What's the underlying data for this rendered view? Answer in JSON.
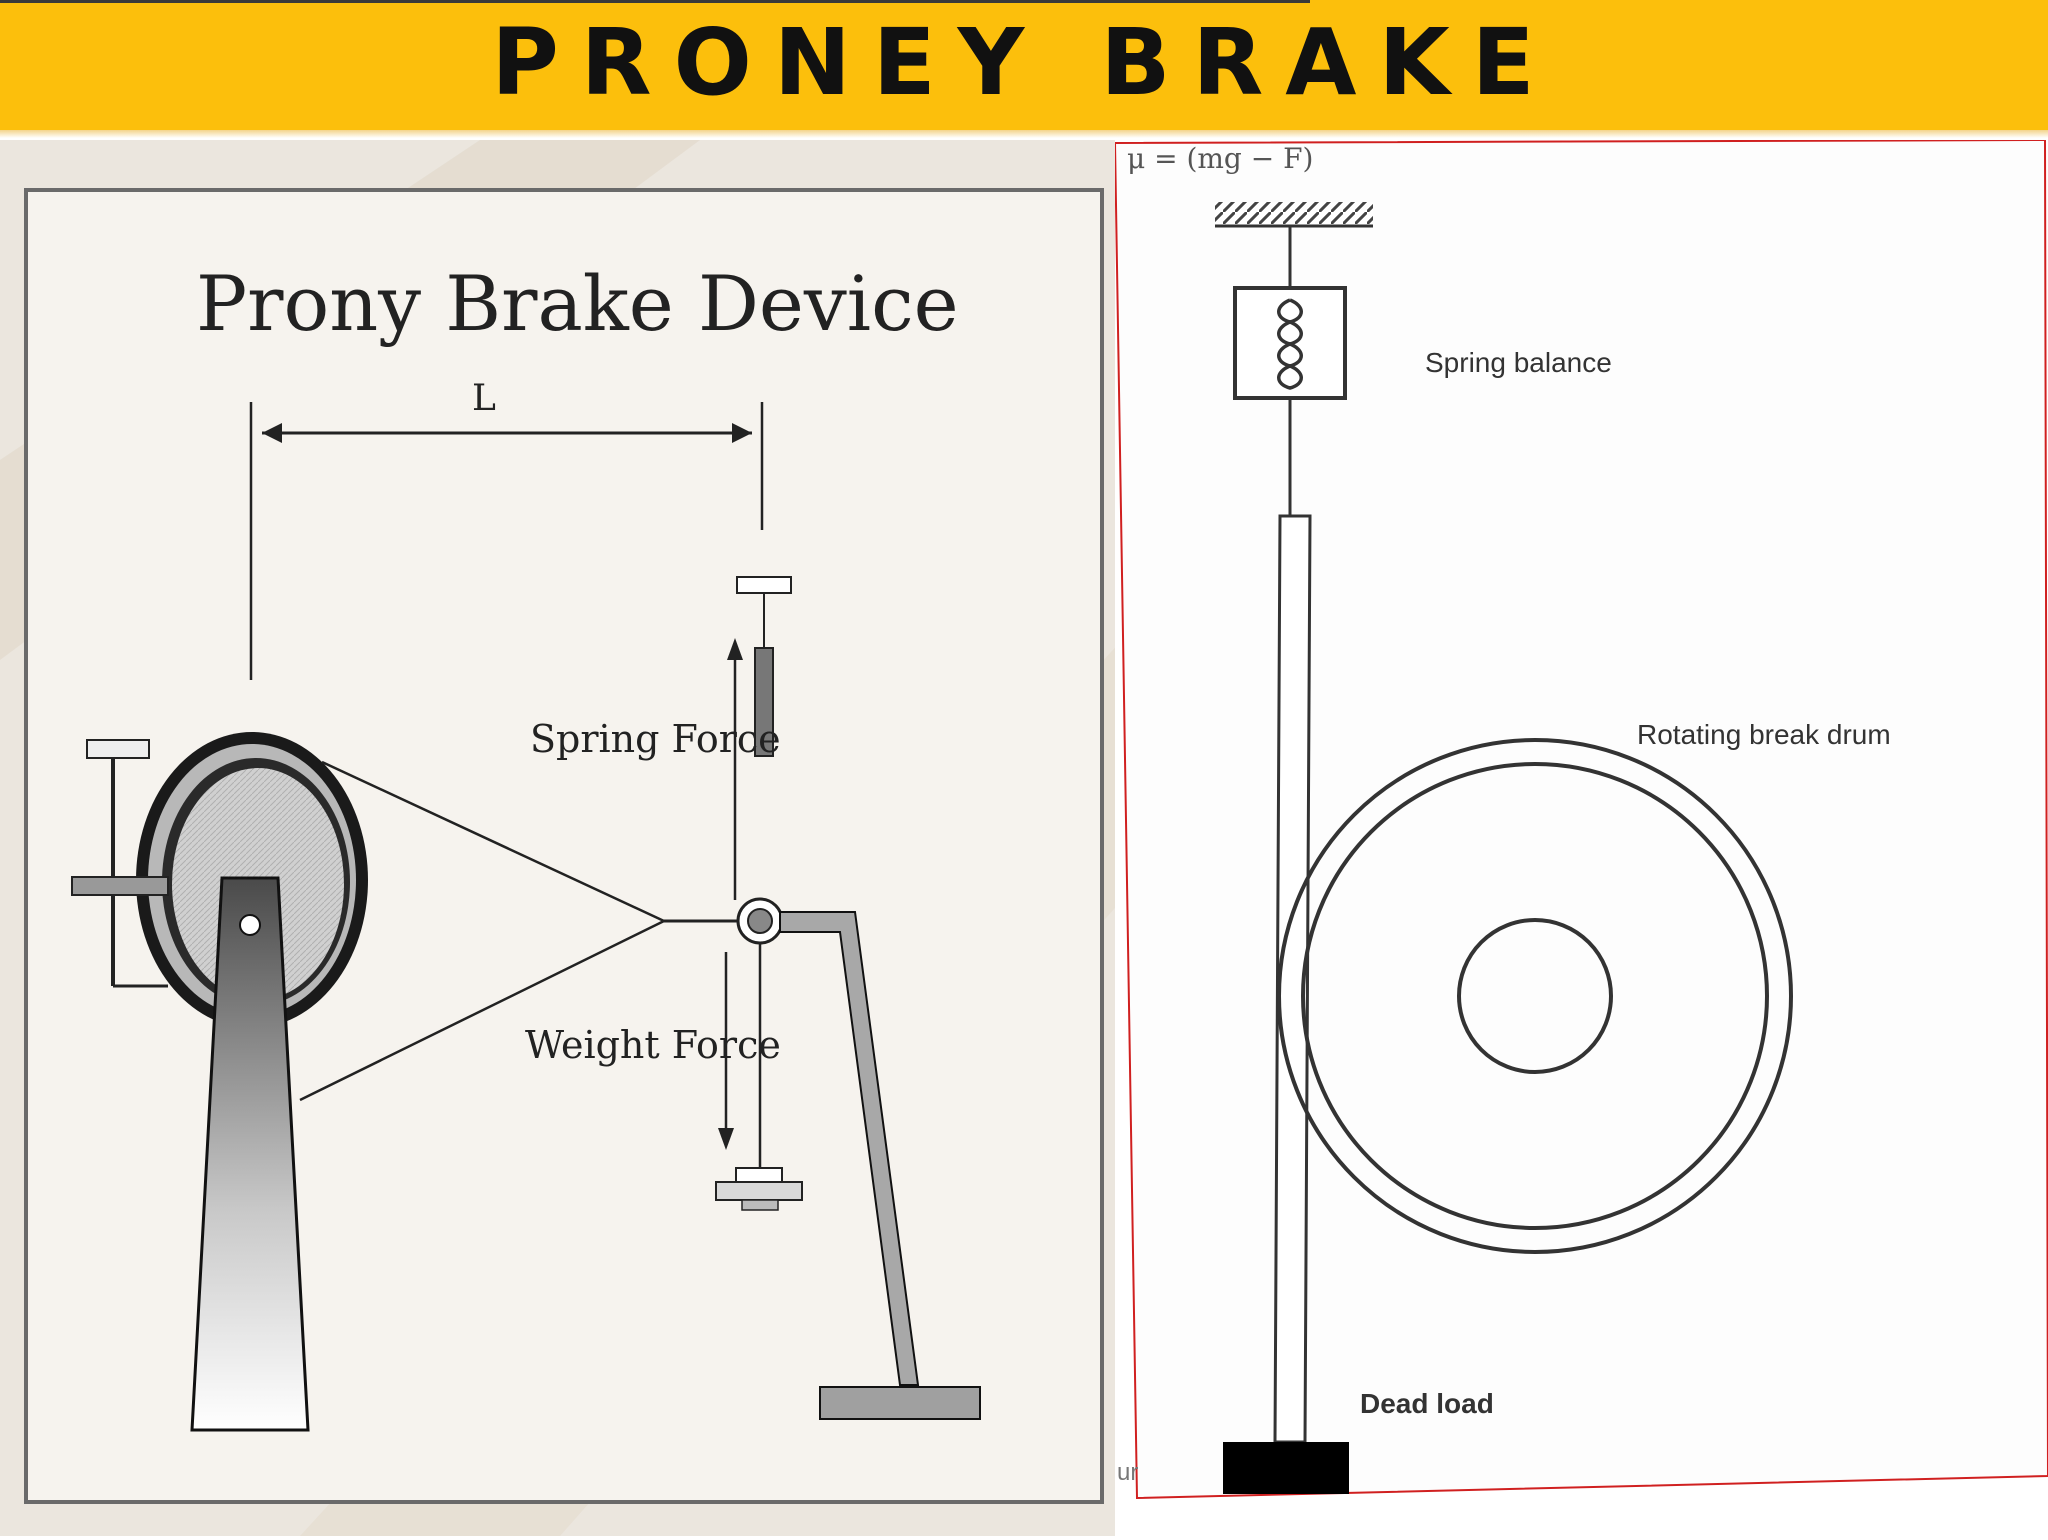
{
  "slide": {
    "title": "PRONEY BRAKE"
  },
  "left_figure": {
    "title": "Prony Brake Device",
    "dimension_label": "L",
    "spring_force_label": "Spring Force",
    "weight_force_label": "Weight Force"
  },
  "right_figure": {
    "top_fragment": "μ = (mg − F)",
    "spring_balance_label": "Spring balance",
    "drum_label": "Rotating break drum",
    "dead_load_label": "Dead load",
    "footer_fragment": "ur"
  },
  "colors": {
    "banner": "#fcbf0c",
    "frame_border": "#d02020"
  }
}
